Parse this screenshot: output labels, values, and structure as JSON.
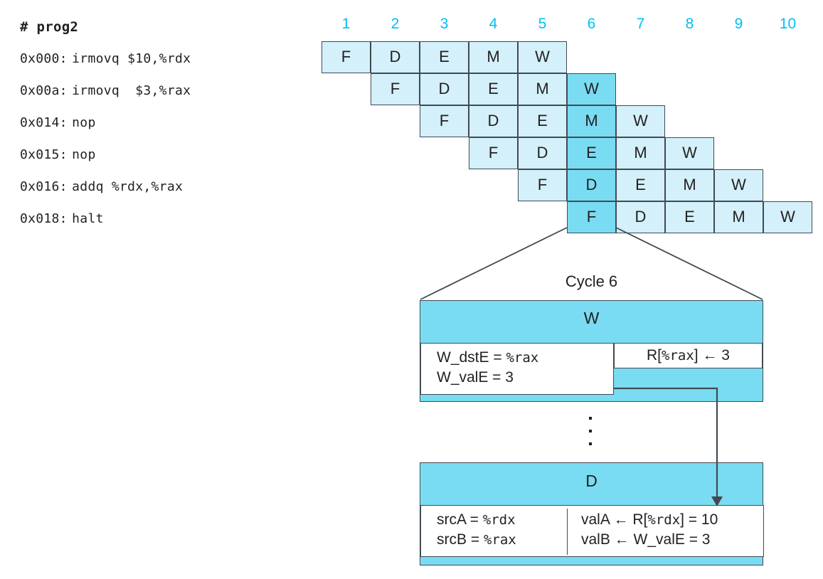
{
  "program": {
    "title": "# prog2",
    "lines": [
      {
        "addr": "0x000:",
        "instr": "irmovq $10,%rdx"
      },
      {
        "addr": "0x00a:",
        "instr": "irmovq  $3,%rax"
      },
      {
        "addr": "0x014:",
        "instr": "nop"
      },
      {
        "addr": "0x015:",
        "instr": "nop"
      },
      {
        "addr": "0x016:",
        "instr": "addq %rdx,%rax"
      },
      {
        "addr": "0x018:",
        "instr": "halt"
      }
    ]
  },
  "pipeline": {
    "cycles": [
      "1",
      "2",
      "3",
      "4",
      "5",
      "6",
      "7",
      "8",
      "9",
      "10"
    ],
    "highlight_cycle": 6,
    "colors": {
      "cycle_number": "#00bff3",
      "cell": "#d4f0fb",
      "cell_highlight": "#79dcf2",
      "box_fill": "#79dcf2",
      "stroke": "#414a52",
      "text": "#231f20"
    },
    "rows": [
      {
        "start": 1,
        "stages": [
          "F",
          "D",
          "E",
          "M",
          "W"
        ]
      },
      {
        "start": 2,
        "stages": [
          "F",
          "D",
          "E",
          "M",
          "W"
        ]
      },
      {
        "start": 3,
        "stages": [
          "F",
          "D",
          "E",
          "M",
          "W"
        ]
      },
      {
        "start": 4,
        "stages": [
          "F",
          "D",
          "E",
          "M",
          "W"
        ]
      },
      {
        "start": 5,
        "stages": [
          "F",
          "D",
          "E",
          "M",
          "W"
        ]
      },
      {
        "start": 6,
        "stages": [
          "F",
          "D",
          "E",
          "M",
          "W"
        ]
      }
    ]
  },
  "detail": {
    "cycle_label": "Cycle 6",
    "write_stage": {
      "header": "W",
      "left_lines": [
        {
          "pre": "W_dstE = ",
          "reg": "%rax"
        },
        {
          "pre": "W_valE = 3",
          "reg": ""
        }
      ],
      "right_line": {
        "pre": "R[",
        "reg": "%rax",
        "post": "] ← 3"
      }
    },
    "decode_stage": {
      "header": "D",
      "left_lines": [
        {
          "pre": "srcA = ",
          "reg": "%rdx"
        },
        {
          "pre": "srcB = ",
          "reg": "%rax"
        }
      ],
      "right_lines": [
        {
          "pre": "valA ← R[",
          "reg": "%rdx",
          "post": "] = 10"
        },
        {
          "pre": "valB ← W_valE = 3",
          "reg": "",
          "post": ""
        }
      ]
    },
    "ellipsis": "⋮"
  }
}
